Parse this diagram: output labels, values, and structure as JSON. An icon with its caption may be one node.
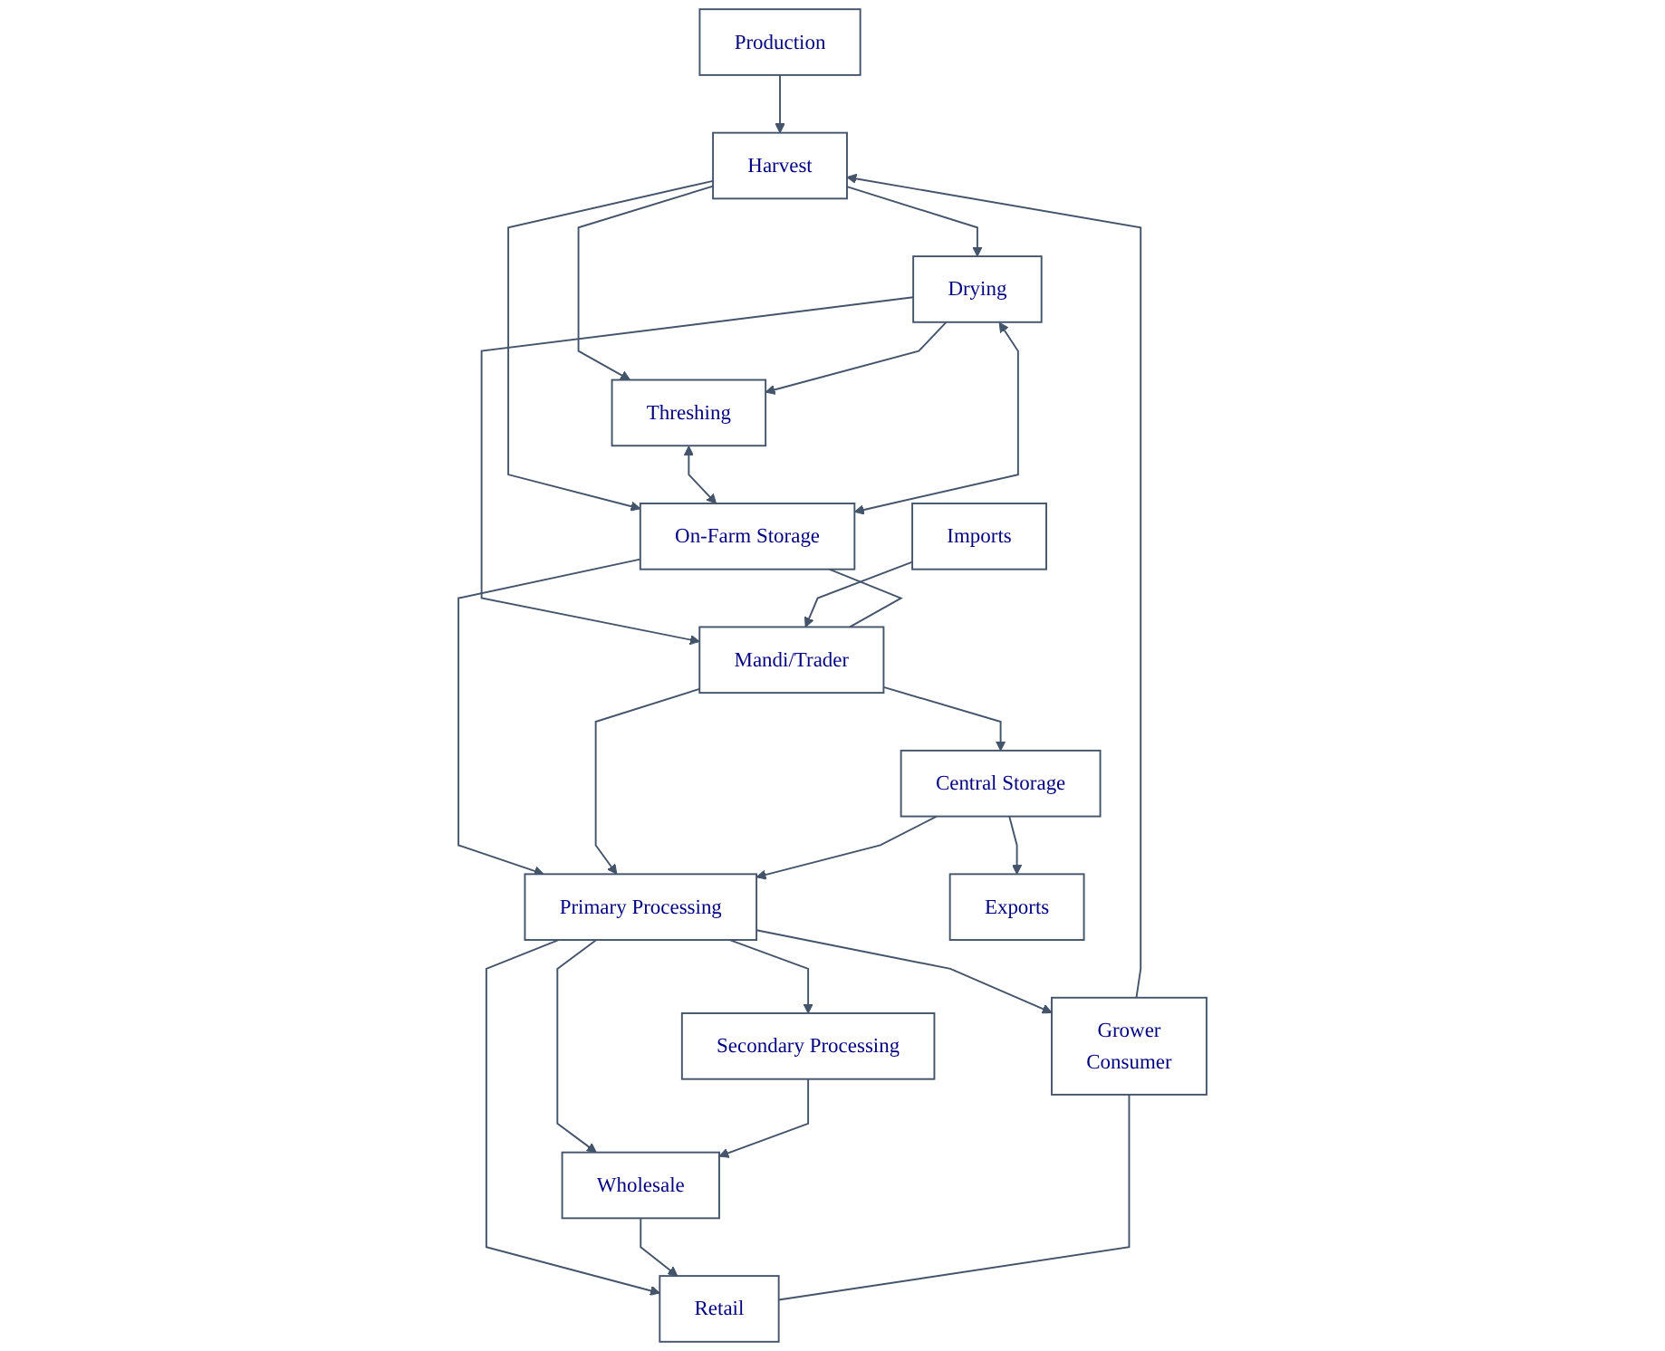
{
  "diagram": {
    "nodes": [
      {
        "text": [
          "Production"
        ]
      },
      {
        "text": [
          "Harvest"
        ]
      },
      {
        "text": [
          "Grower",
          "Consumer"
        ]
      },
      {
        "text": [
          "Threshing"
        ]
      },
      {
        "text": [
          "Drying"
        ]
      },
      {
        "text": [
          "Imports"
        ]
      },
      {
        "text": [
          "On-Farm Storage"
        ]
      },
      {
        "text": [
          "Mandi/Trader"
        ]
      },
      {
        "text": [
          "Primary Processing"
        ]
      },
      {
        "text": [
          "Central Storage"
        ]
      },
      {
        "text": [
          "Retail"
        ]
      },
      {
        "text": [
          "Wholesale"
        ]
      },
      {
        "text": [
          "Exports"
        ]
      },
      {
        "text": [
          "Secondary Processing"
        ]
      }
    ],
    "edges": [
      {
        "from": 0,
        "to": 1,
        "arrow": "to"
      },
      {
        "from": 2,
        "to": 1,
        "arrow": "to"
      },
      {
        "from": 1,
        "to": 3,
        "arrow": "to"
      },
      {
        "from": 1,
        "to": 4,
        "arrow": "to"
      },
      {
        "from": 1,
        "to": 6,
        "arrow": "to"
      },
      {
        "from": 4,
        "to": 3,
        "arrow": "to"
      },
      {
        "from": 3,
        "to": 6,
        "arrow": "both"
      },
      {
        "from": 4,
        "to": 6,
        "arrow": "both"
      },
      {
        "from": 4,
        "to": 7,
        "arrow": "to"
      },
      {
        "from": 5,
        "to": 7,
        "arrow": "to"
      },
      {
        "from": 6,
        "to": 7,
        "arrow": "none"
      },
      {
        "from": 6,
        "to": 8,
        "arrow": "to"
      },
      {
        "from": 7,
        "to": 8,
        "arrow": "to"
      },
      {
        "from": 7,
        "to": 9,
        "arrow": "to"
      },
      {
        "from": 9,
        "to": 8,
        "arrow": "to"
      },
      {
        "from": 8,
        "to": 2,
        "arrow": "to"
      },
      {
        "from": 8,
        "to": 10,
        "arrow": "to"
      },
      {
        "from": 8,
        "to": 11,
        "arrow": "to"
      },
      {
        "from": 11,
        "to": 10,
        "arrow": "to"
      },
      {
        "from": 9,
        "to": 12,
        "arrow": "to"
      },
      {
        "from": 8,
        "to": 13,
        "arrow": "to"
      },
      {
        "from": 13,
        "to": 11,
        "arrow": "to"
      },
      {
        "from": 2,
        "to": 10,
        "arrow": "none"
      }
    ]
  }
}
